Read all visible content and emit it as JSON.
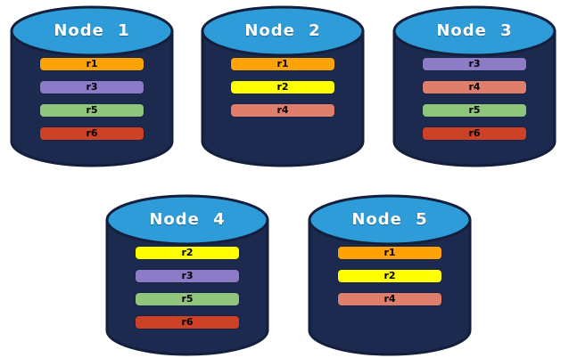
{
  "diagram": {
    "description": "Five database nodes with replica placement",
    "replica_colors": {
      "r1": "#FFA203",
      "r2": "#FFFF00",
      "r3": "#8C7BC6",
      "r4": "#DF7E6A",
      "r5": "#90C57E",
      "r6": "#CD4227"
    },
    "nodes": [
      {
        "label": "Node 1",
        "replicas": [
          "r1",
          "r3",
          "r5",
          "r6"
        ]
      },
      {
        "label": "Node 2",
        "replicas": [
          "r1",
          "r2",
          "r4"
        ]
      },
      {
        "label": "Node 3",
        "replicas": [
          "r3",
          "r4",
          "r5",
          "r6"
        ]
      },
      {
        "label": "Node 4",
        "replicas": [
          "r2",
          "r3",
          "r5",
          "r6"
        ]
      },
      {
        "label": "Node 5",
        "replicas": [
          "r1",
          "r2",
          "r4"
        ]
      }
    ]
  },
  "colors": {
    "cylinder_body": "#1C2A4F",
    "cylinder_top": "#2E9CD8",
    "cylinder_outline": "#131F3D",
    "title_text": "#FFFFFF",
    "bar_text": "#000000",
    "background": "#FFFFFF"
  }
}
